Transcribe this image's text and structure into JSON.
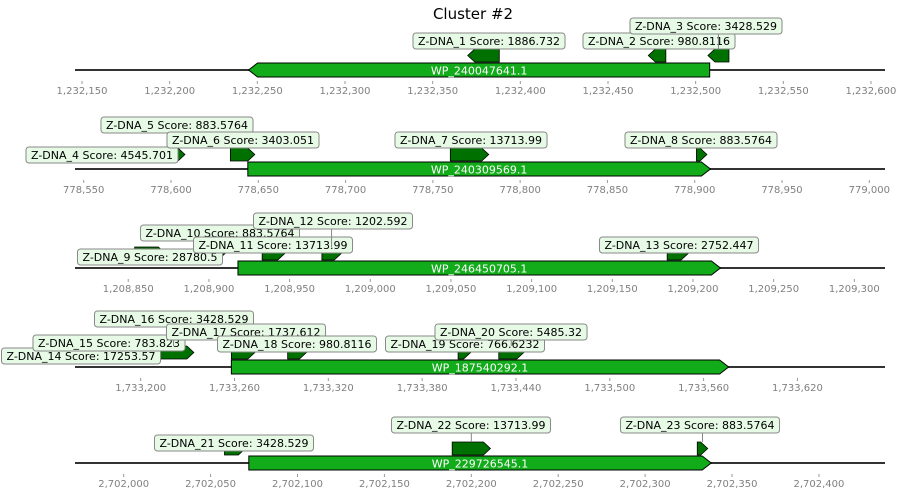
{
  "title": "Cluster #2",
  "colors": {
    "gene": "#12ab1a",
    "zdna": "#007000",
    "label_bg": "#e6fae6",
    "label_border": "#888888",
    "axis": "#333333",
    "tick_text": "#808080"
  },
  "tracks": [
    {
      "range": [
        1232146,
        1232608
      ],
      "ticks": [
        1232150,
        1232200,
        1232250,
        1232300,
        1232350,
        1232400,
        1232450,
        1232500,
        1232550,
        1232600
      ],
      "tick_labels": [
        "1,232,150",
        "1,232,200",
        "1,232,250",
        "1,232,300",
        "1,232,350",
        "1,232,400",
        "1,232,450",
        "1,232,500",
        "1,232,550",
        "1,232,600"
      ],
      "gene": {
        "name": "WP_240047641.1",
        "start": 1232245,
        "end": 1232508,
        "strand": -1
      },
      "features": [
        {
          "label": "Z-DNA_1 Score: 1886.732",
          "start": 1232370,
          "end": 1232388,
          "strand": -1
        },
        {
          "label": "Z-DNA_2 Score: 980.8116",
          "start": 1232473,
          "end": 1232483,
          "strand": -1
        },
        {
          "label": "Z-DNA_3 Score: 3428.529",
          "start": 1232507,
          "end": 1232519,
          "strand": -1
        }
      ]
    },
    {
      "range": [
        778545,
        779009
      ],
      "ticks": [
        778550,
        778600,
        778650,
        778700,
        778750,
        778800,
        778850,
        778900,
        778950,
        779000
      ],
      "tick_labels": [
        "778,550",
        "778,600",
        "778,650",
        "778,700",
        "778,750",
        "778,800",
        "778,850",
        "778,900",
        "778,950",
        "779,000"
      ],
      "gene": {
        "name": "WP_240309569.1",
        "start": 778644,
        "end": 778909,
        "strand": 1
      },
      "features": [
        {
          "label": "Z-DNA_4 Score: 4545.701",
          "start": 778550,
          "end": 778571,
          "strand": 1
        },
        {
          "label": "Z-DNA_5 Score: 883.5764",
          "start": 778600,
          "end": 778608,
          "strand": 1
        },
        {
          "label": "Z-DNA_6 Score: 3403.051",
          "start": 778634,
          "end": 778648,
          "strand": 1
        },
        {
          "label": "Z-DNA_7 Score: 13713.99",
          "start": 778760,
          "end": 778782,
          "strand": 1
        },
        {
          "label": "Z-DNA_8 Score: 883.5764",
          "start": 778901,
          "end": 778907,
          "strand": 1
        }
      ]
    },
    {
      "range": [
        1208817,
        1209319
      ],
      "ticks": [
        1208850,
        1208900,
        1208950,
        1209000,
        1209050,
        1209100,
        1209150,
        1209200,
        1209250,
        1209300
      ],
      "tick_labels": [
        "1,208,850",
        "1,208,900",
        "1,208,950",
        "1,209,000",
        "1,209,050",
        "1,209,100",
        "1,209,150",
        "1,209,200",
        "1,209,250",
        "1,209,300"
      ],
      "gene": {
        "name": "WP_246450705.1",
        "start": 1208918,
        "end": 1209217,
        "strand": 1
      },
      "features": [
        {
          "label": "Z-DNA_9 Score: 28780.5",
          "start": 1208854,
          "end": 1208873,
          "strand": 1
        },
        {
          "label": "Z-DNA_10 Score: 883.5764",
          "start": 1208902,
          "end": 1208910,
          "strand": 1
        },
        {
          "label": "Z-DNA_11 Score: 13713.99",
          "start": 1208933,
          "end": 1208947,
          "strand": 1
        },
        {
          "label": "Z-DNA_12 Score: 1202.592",
          "start": 1208970,
          "end": 1208982,
          "strand": 1
        },
        {
          "label": "Z-DNA_13 Score: 2752.447",
          "start": 1209184,
          "end": 1209197,
          "strand": 1
        }
      ]
    },
    {
      "range": [
        1733158,
        1733676
      ],
      "ticks": [
        1733200,
        1733260,
        1733320,
        1733380,
        1733440,
        1733500,
        1733560,
        1733620
      ],
      "tick_labels": [
        "1,733,200",
        "1,733,260",
        "1,733,320",
        "1,733,380",
        "1,733,440",
        "1,733,500",
        "1,733,560",
        "1,733,620"
      ],
      "gene": {
        "name": "WP_187540292.1",
        "start": 1733258,
        "end": 1733576,
        "strand": 1
      },
      "features": [
        {
          "label": "Z-DNA_14 Score: 17253.57",
          "start": 1733158,
          "end": 1733167,
          "strand": 1
        },
        {
          "label": "Z-DNA_15 Score: 783.823",
          "start": 1733176,
          "end": 1733184,
          "strand": 1
        },
        {
          "label": "Z-DNA_16 Score: 3428.529",
          "start": 1733208,
          "end": 1733234,
          "strand": 1
        },
        {
          "label": "Z-DNA_17 Score: 1737.612",
          "start": 1733258,
          "end": 1733273,
          "strand": 1
        },
        {
          "label": "Z-DNA_18 Score: 980.8116",
          "start": 1733294,
          "end": 1733306,
          "strand": 1
        },
        {
          "label": "Z-DNA_19 Score: 766.6232",
          "start": 1733403,
          "end": 1733411,
          "strand": 1
        },
        {
          "label": "Z-DNA_20 Score: 5485.32",
          "start": 1733429,
          "end": 1733445,
          "strand": 1
        }
      ]
    },
    {
      "range": [
        2701972,
        2702438
      ],
      "ticks": [
        2702000,
        2702050,
        2702100,
        2702150,
        2702200,
        2702250,
        2702300,
        2702350,
        2702400
      ],
      "tick_labels": [
        "2,702,000",
        "2,702,050",
        "2,702,100",
        "2,702,150",
        "2,702,200",
        "2,702,250",
        "2,702,300",
        "2,702,350",
        "2,702,400"
      ],
      "gene": {
        "name": "WP_229726545.1",
        "start": 2702072,
        "end": 2702338,
        "strand": 1
      },
      "features": [
        {
          "label": "Z-DNA_21 Score: 3428.529",
          "start": 2702058,
          "end": 2702070,
          "strand": 1
        },
        {
          "label": "Z-DNA_22 Score: 13713.99",
          "start": 2702189,
          "end": 2702211,
          "strand": 1
        },
        {
          "label": "Z-DNA_23 Score: 883.5764",
          "start": 2702330,
          "end": 2702336,
          "strand": 1
        }
      ]
    }
  ]
}
